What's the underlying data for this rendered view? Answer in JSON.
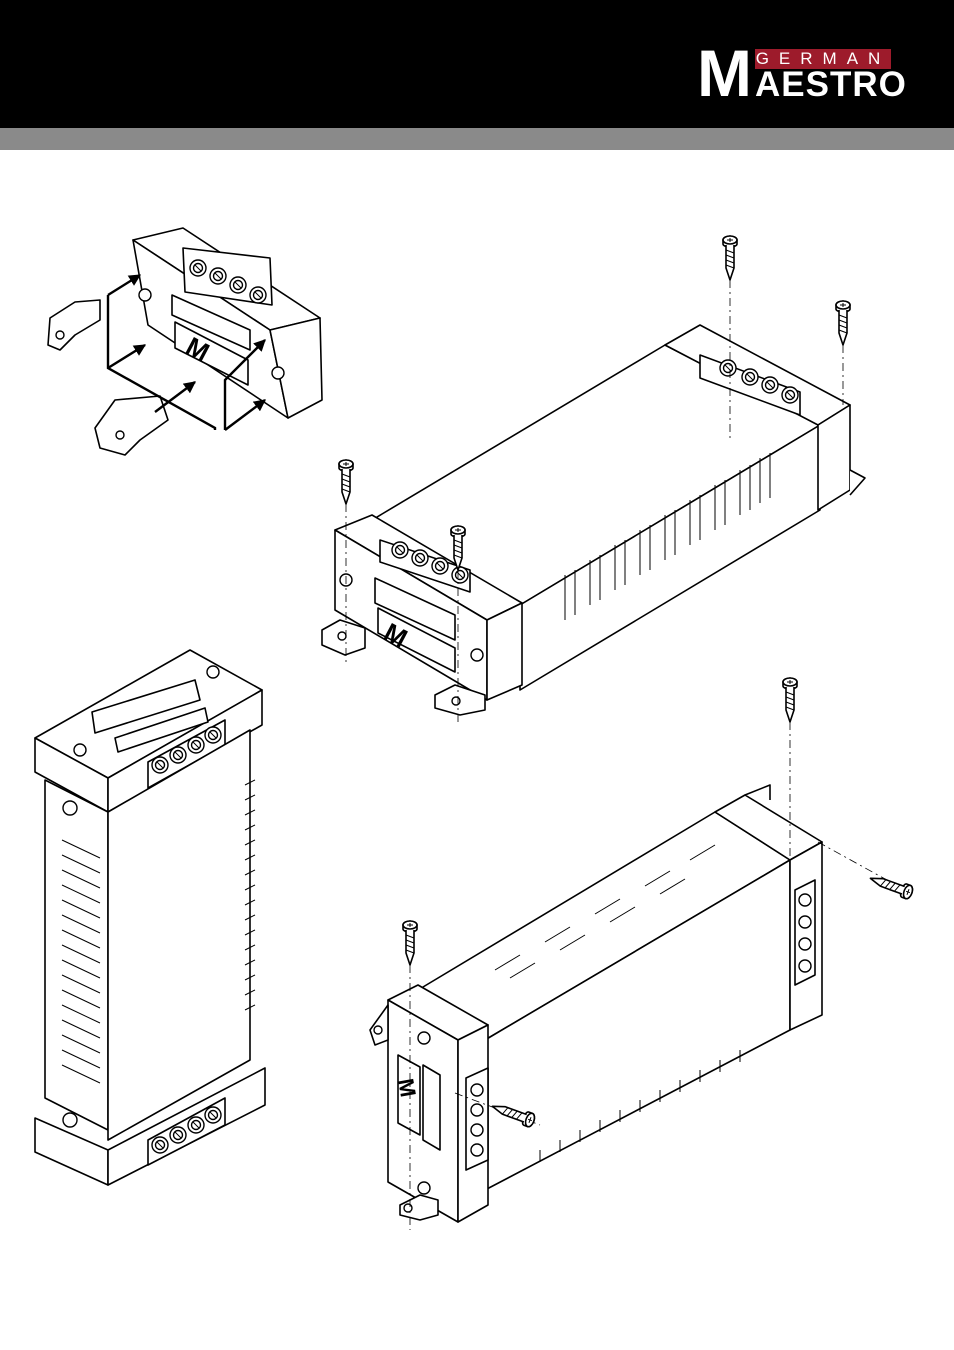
{
  "logo": {
    "top_word": "GERMAN",
    "initial": "M",
    "bottom_word": "AESTRO",
    "brand_color": "#9d1b2b",
    "header_color": "#000000",
    "band_color": "#8a8a8a"
  },
  "illustrations": [
    "bracket-mounting-detail",
    "horizontal-mounting-view",
    "vertical-mounting-view",
    "wall-mounting-view"
  ]
}
